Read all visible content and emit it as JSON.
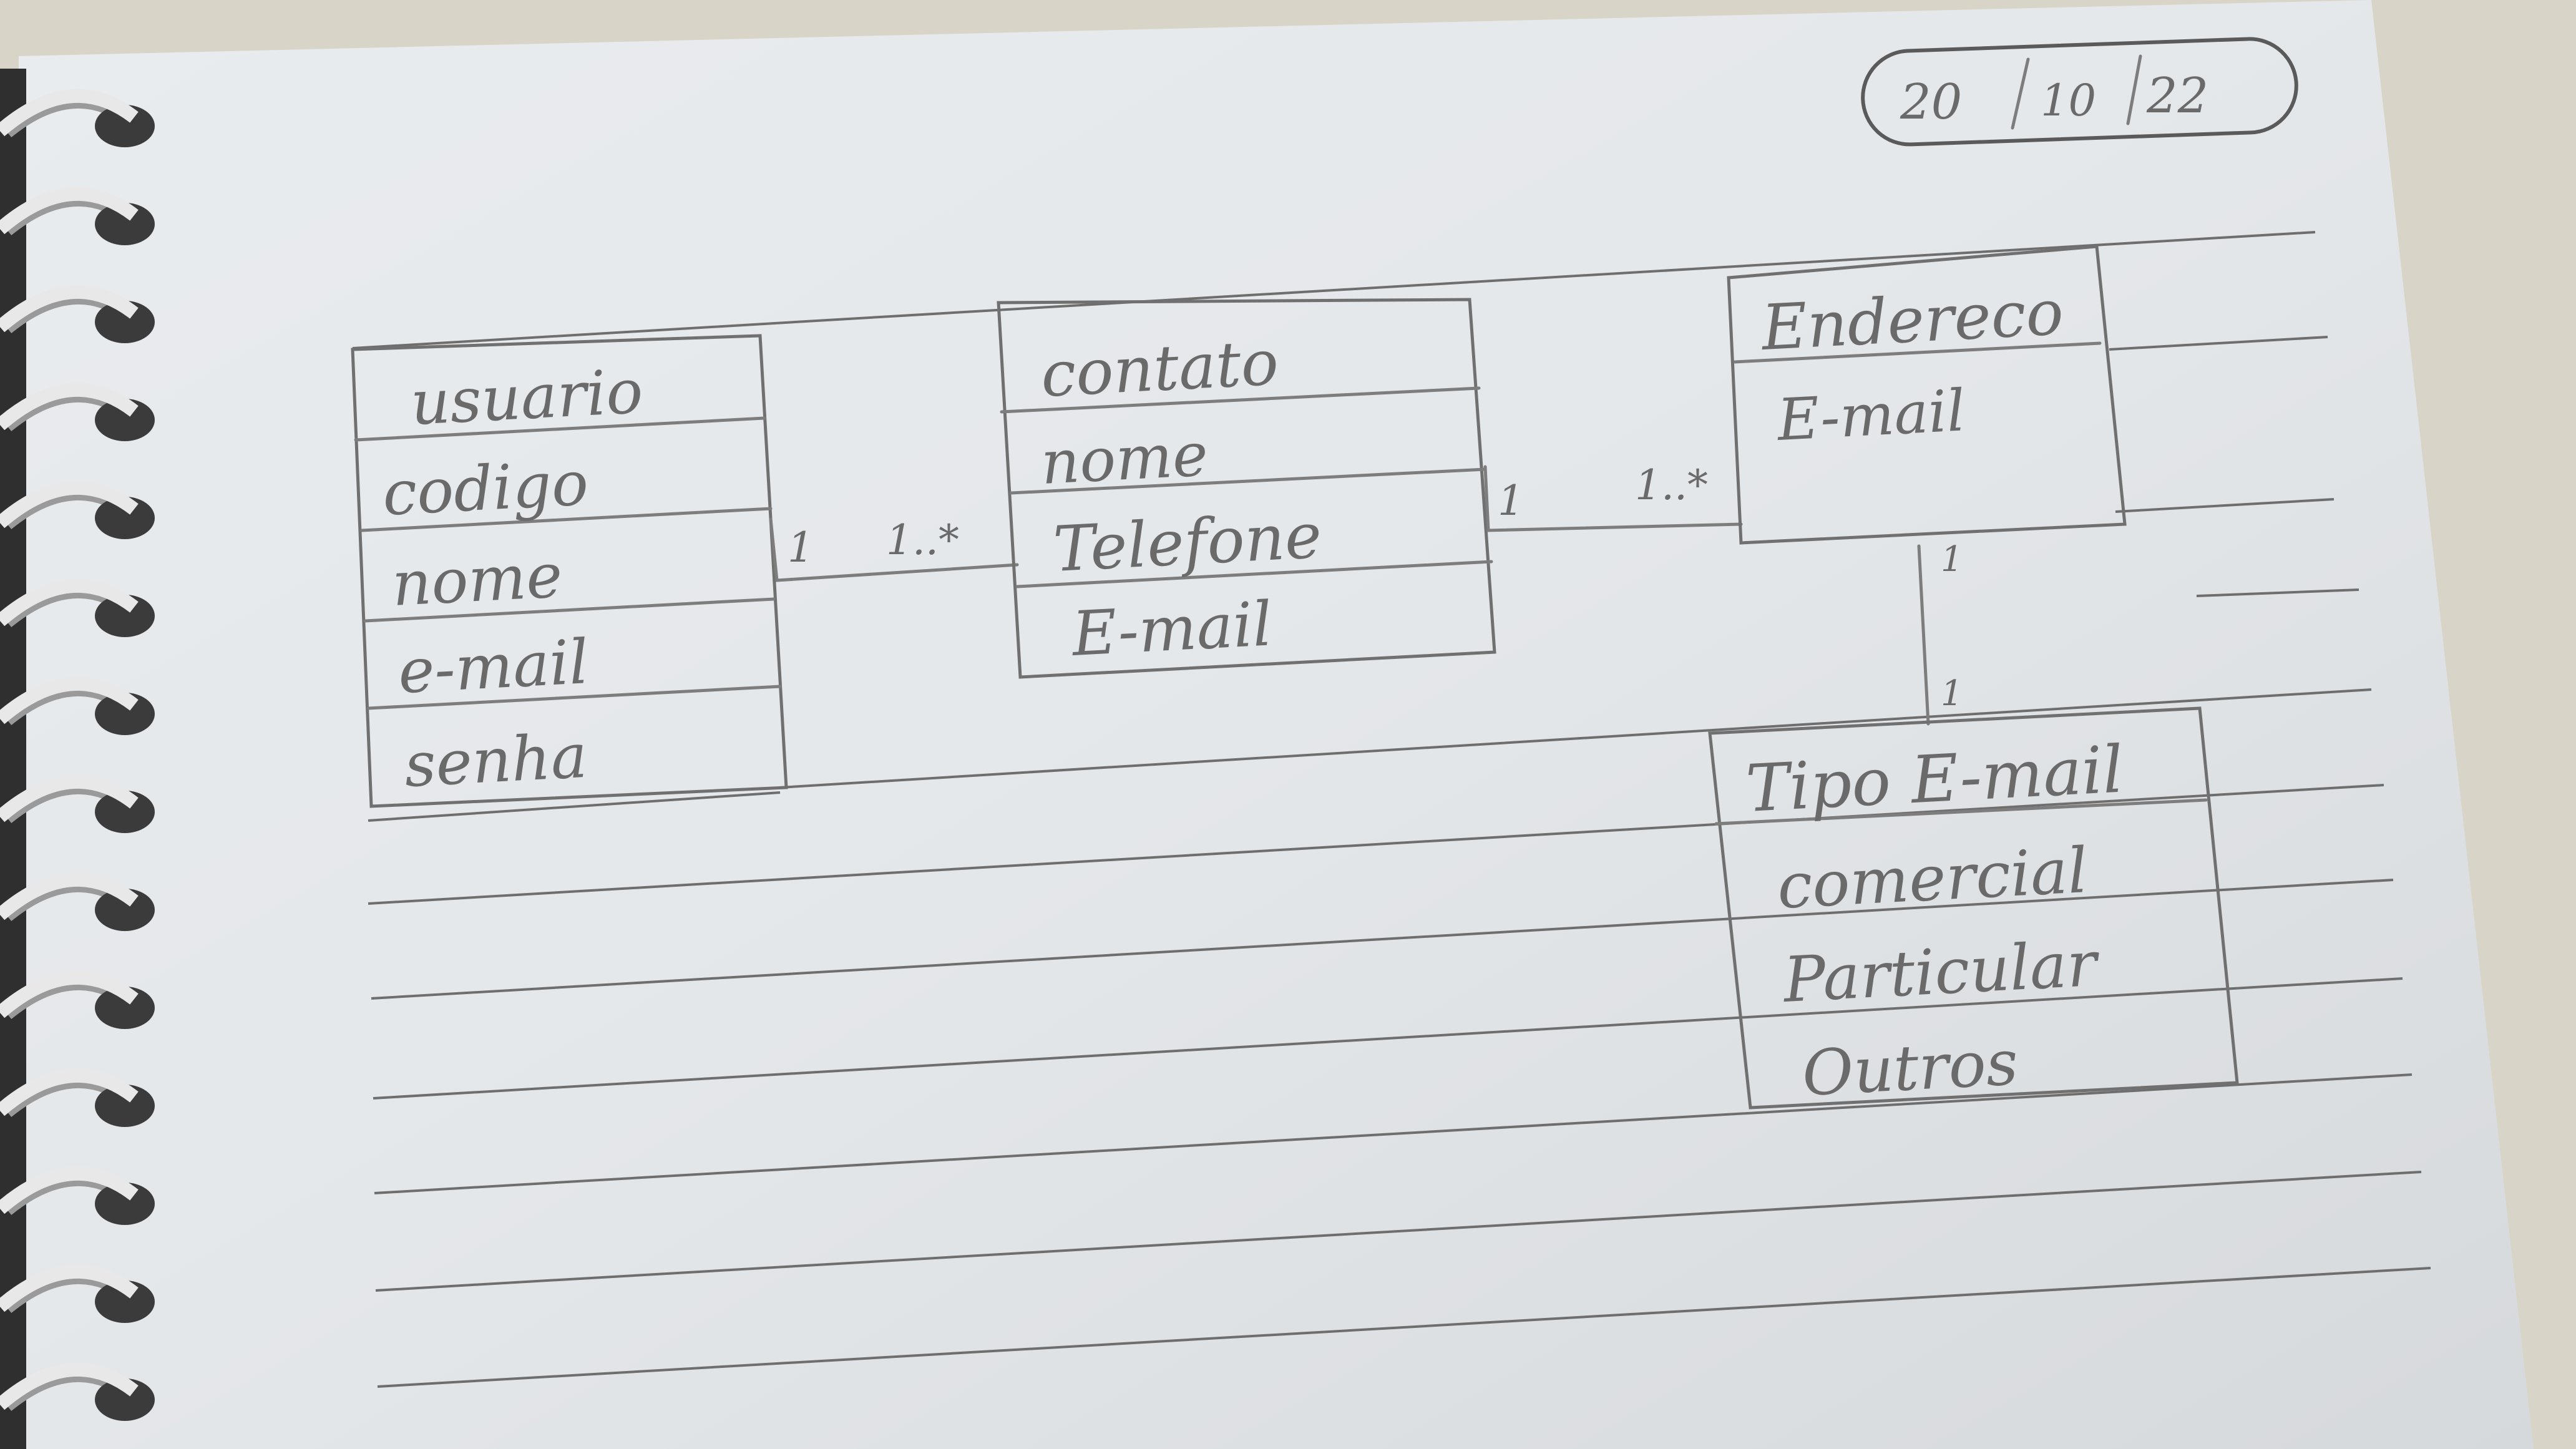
{
  "date": {
    "day": "20",
    "month": "10",
    "year": "22"
  },
  "entities": {
    "usuario": {
      "title": "usuario",
      "attributes": [
        "codigo",
        "nome",
        "e-mail",
        "senha"
      ]
    },
    "contato": {
      "title": "contato",
      "attributes": [
        "nome",
        "Telefone",
        "E-mail"
      ]
    },
    "endereco": {
      "title": "Endereco",
      "attributes": [
        "E-mail"
      ]
    },
    "tipo_email": {
      "title": "Tipo E-mail",
      "attributes": [
        "comercial",
        "Particular",
        "Outros"
      ]
    }
  },
  "relationships": [
    {
      "from": "usuario",
      "to": "contato",
      "from_label": "1",
      "to_label": "1..*"
    },
    {
      "from": "contato",
      "to": "endereco",
      "from_label": "1",
      "to_label": "1..*"
    },
    {
      "from": "endereco",
      "to": "tipo_email",
      "from_label": "1",
      "to_label": "1"
    }
  ]
}
